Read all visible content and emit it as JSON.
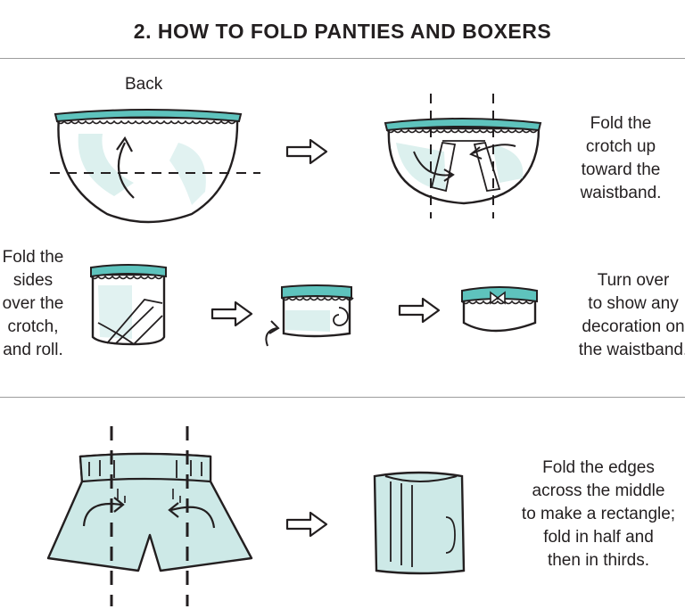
{
  "title": "2. HOW TO FOLD PANTIES AND BOXERS",
  "panties": {
    "back_label": "Back",
    "step1_text": [
      "Fold the",
      "crotch up",
      "toward the",
      "waistband."
    ],
    "step2_text": [
      "Fold the",
      "sides",
      "over the",
      "crotch,",
      "and roll."
    ],
    "step3_text": [
      "Turn over",
      "to show any",
      "decoration on",
      "the waistband."
    ]
  },
  "boxers": {
    "step_text": [
      "Fold the edges",
      "across the middle",
      "to make a rectangle;",
      "fold in half and",
      "then in thirds."
    ]
  },
  "colors": {
    "fabric_teal": "#cde9e7",
    "waistband_teal": "#5ec3bd",
    "outline": "#231f20",
    "divider": "#9d9d9d"
  },
  "icons": [
    "right-arrow-icon",
    "curved-arrow-icon",
    "fold-line-icon"
  ]
}
